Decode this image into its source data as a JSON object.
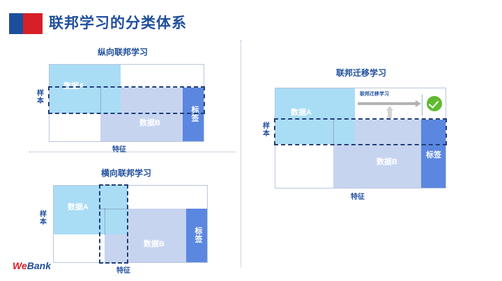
{
  "header": {
    "title": "联邦学习的分类体系",
    "logo_name": "webank-square-logo",
    "logo_colors": {
      "blue": "#1c4e9c",
      "red": "#d61f26"
    },
    "title_color": "#1f4e9c"
  },
  "footer": {
    "logo_we": "We",
    "logo_bank": "Bank",
    "we_color": "#d61f26",
    "bank_color": "#1f4e9c"
  },
  "palette": {
    "data_a": "#a9dcf5",
    "data_b": "#c7d4f0",
    "label_block": "#5b87e0",
    "dash_outline": "#1f3f7a",
    "grid_border": "#b9c6de",
    "check_green": "#5fba2e",
    "arrow_gray": "#b3b3b3"
  },
  "axes": {
    "y_label": "样本",
    "x_label": "特征"
  },
  "diagrams": [
    {
      "id": "vertical-federated-learning",
      "title": "纵向联邦学习",
      "blocks": [
        {
          "name": "data-a",
          "label": "数据A"
        },
        {
          "name": "data-b",
          "label": "数据B"
        },
        {
          "name": "label-column",
          "label": "标签"
        }
      ],
      "axis_y": "样本",
      "axis_x": "特征",
      "highlight": "horizontal-overlap-band"
    },
    {
      "id": "horizontal-federated-learning",
      "title": "横向联邦学习",
      "blocks": [
        {
          "name": "data-a",
          "label": "数据A"
        },
        {
          "name": "data-b",
          "label": "数据B"
        },
        {
          "name": "label-column",
          "label": "标签"
        }
      ],
      "axis_y": "样本",
      "axis_x": "特征",
      "highlight": "vertical-overlap-band"
    },
    {
      "id": "federated-transfer-learning",
      "title": "联邦迁移学习",
      "blocks": [
        {
          "name": "data-a",
          "label": "数据A"
        },
        {
          "name": "data-b",
          "label": "数据B"
        },
        {
          "name": "label-column",
          "label": "标签"
        }
      ],
      "axis_y": "样本",
      "axis_x": "特征",
      "highlight": "horizontal-overlap-band",
      "transfer": {
        "caption": "联邦迁移学习",
        "status_icon": "green-check-icon"
      }
    }
  ]
}
